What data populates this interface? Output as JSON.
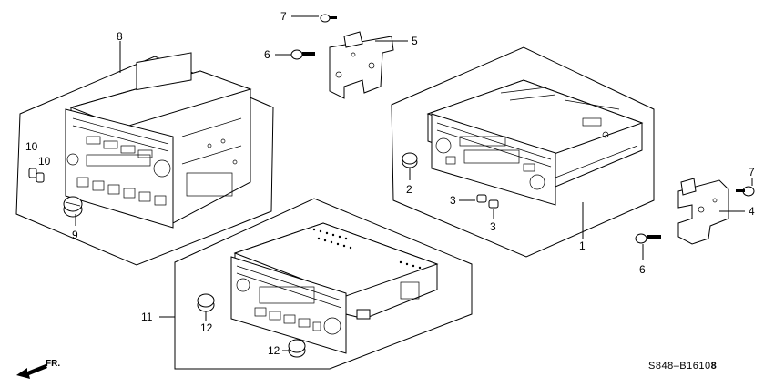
{
  "diagram": {
    "callouts": {
      "c1": "1",
      "c2": "2",
      "c3a": "3",
      "c3b": "3",
      "c4": "4",
      "c5": "5",
      "c6a": "6",
      "c6b": "6",
      "c7a": "7",
      "c7b": "7",
      "c8": "8",
      "c9": "9",
      "c10a": "10",
      "c10b": "10",
      "c11": "11",
      "c12a": "12",
      "c12b": "12"
    },
    "front_label": "FR.",
    "drawing_code": "S848–B1610",
    "drawing_code_suffix": "8"
  }
}
